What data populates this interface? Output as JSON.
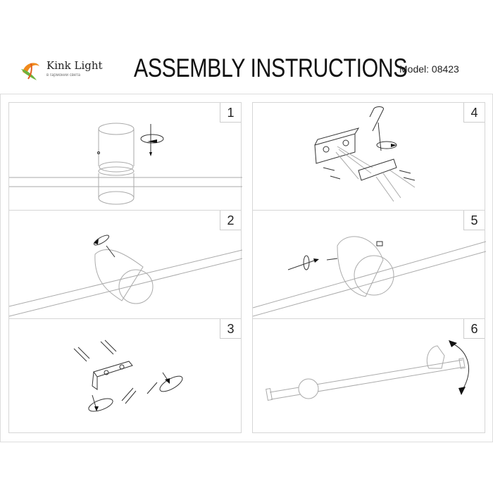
{
  "header": {
    "brand": "Kink Light",
    "brand_tagline": "в гармонии света",
    "title": "ASSEMBLY INSTRUCTIONS",
    "model": "Model: 08423"
  },
  "steps": [
    {
      "number": "1"
    },
    {
      "number": "2"
    },
    {
      "number": "3"
    },
    {
      "number": "4"
    },
    {
      "number": "5"
    },
    {
      "number": "6"
    }
  ],
  "colors": {
    "logo_orange": "#f08a1c",
    "logo_green": "#6db33f",
    "line": "#aaaaaa"
  }
}
